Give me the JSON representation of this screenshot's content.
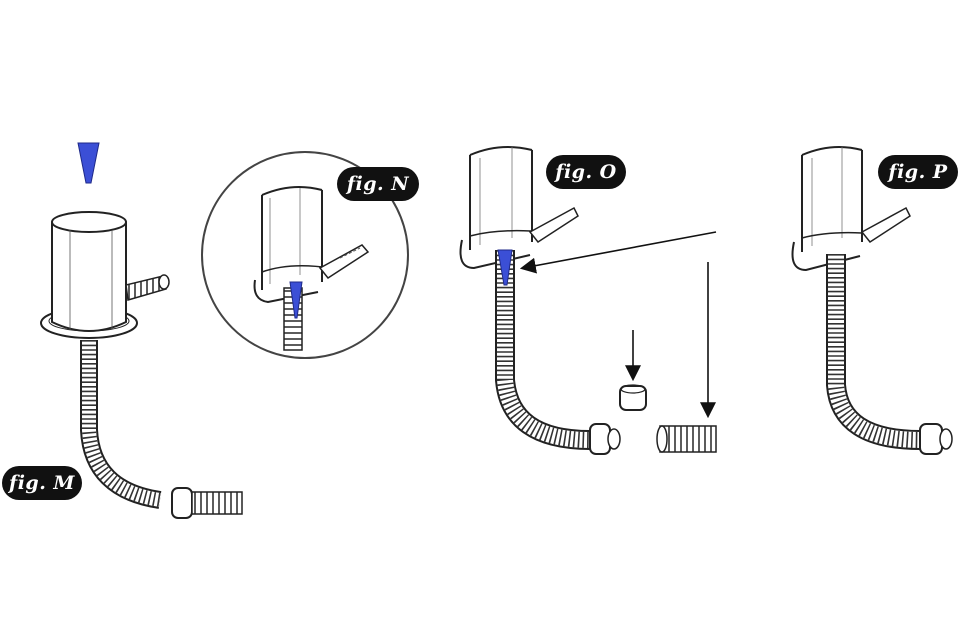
{
  "figures": {
    "m": {
      "label": "fig. M"
    },
    "n": {
      "label": "fig. N"
    },
    "o": {
      "label": "fig. O"
    },
    "p": {
      "label": "fig. P"
    }
  },
  "colors": {
    "line": "#222222",
    "accent_blue": "#3b4fd6",
    "background": "#ffffff"
  }
}
